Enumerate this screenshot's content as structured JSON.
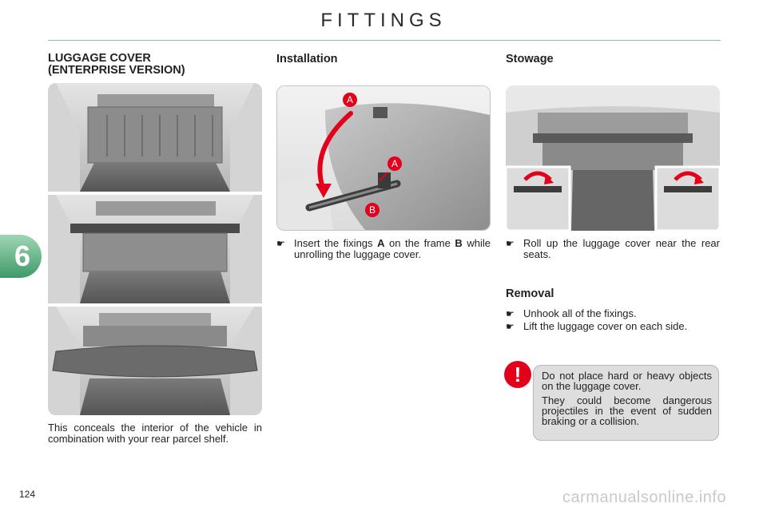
{
  "header": {
    "title": "FITTINGS"
  },
  "chapter": {
    "number": "6"
  },
  "left": {
    "heading_line1": "LUGGAGE COVER",
    "heading_line2": "(ENTERPRISE VERSION)",
    "description": "This conceals the interior of the vehicle in combination with your rear parcel shelf."
  },
  "installation": {
    "heading": "Installation",
    "label_a1": "A",
    "label_a2": "A",
    "label_b": "B",
    "step_pre": "Insert the fixings ",
    "step_a": "A",
    "step_mid": " on the frame ",
    "step_b": "B",
    "step_post": " while unrolling the luggage cover."
  },
  "stowage": {
    "heading": "Stowage",
    "step": "Roll up the luggage cover near the rear seats."
  },
  "removal": {
    "heading": "Removal",
    "steps": [
      "Unhook all of the fixings.",
      "Lift the luggage cover on each side."
    ]
  },
  "warning": {
    "icon": "!",
    "line1": "Do not place hard or heavy objects on the luggage cover.",
    "line2": "They could become dangerous projectiles in the event of sudden braking or a collision."
  },
  "footer": {
    "page_number": "124",
    "watermark": "carmanualsonline.info"
  },
  "icons": {
    "bullet": "pointing-hand-icon",
    "warning": "exclamation-icon"
  },
  "colors": {
    "accent_green": "#3f9a68",
    "warning_red": "#e3001b",
    "box_grey": "#dedede"
  }
}
